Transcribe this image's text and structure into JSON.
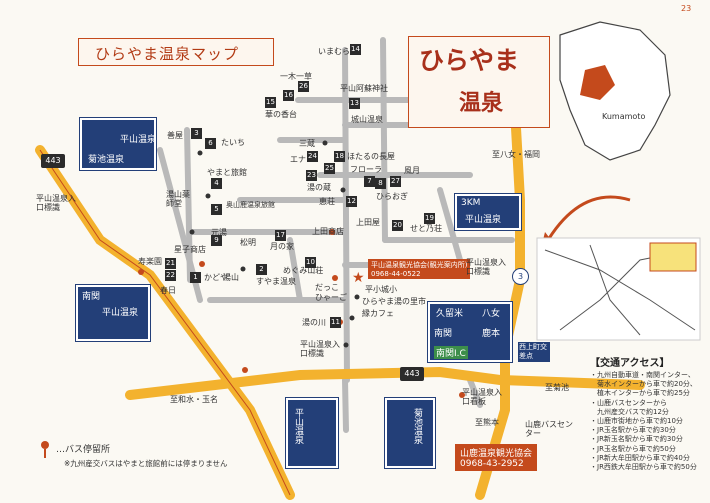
{
  "title": "ひらやま温泉マップ",
  "logo": {
    "top": "ひらやま",
    "bottom": "温泉"
  },
  "kumamoto_label": "Kumamoto",
  "page_edge": "23",
  "spots": [
    {
      "n": "1",
      "name": "かどや"
    },
    {
      "n": "2",
      "name": "すやま温泉"
    },
    {
      "n": "3",
      "name": "たいち"
    },
    {
      "n": "4",
      "name": "やまと旅館"
    },
    {
      "n": "5",
      "name": "奥山鹿温泉旅館"
    },
    {
      "n": "6",
      "name": "元湯"
    },
    {
      "n": "7",
      "name": "フローラ"
    },
    {
      "n": "8",
      "name": "ひらおぎ"
    },
    {
      "n": "9",
      "name": "松明"
    },
    {
      "n": "10",
      "name": "めぐみ山荘"
    },
    {
      "n": "11",
      "name": "湯の川"
    },
    {
      "n": "12",
      "name": "恵荘"
    },
    {
      "n": "13",
      "name": "城山温泉"
    },
    {
      "n": "14",
      "name": "いまむら"
    },
    {
      "n": "15",
      "name": "華の香台"
    },
    {
      "n": "16",
      "name": "平山阿蘇神社"
    },
    {
      "n": "17",
      "name": "月の家"
    },
    {
      "n": "18",
      "name": "ほたるの長屋"
    },
    {
      "n": "19",
      "name": "せと乃荘"
    },
    {
      "n": "20",
      "name": "上田屋"
    },
    {
      "n": "21",
      "name": "寿楽園"
    },
    {
      "n": "22",
      "name": "春日"
    },
    {
      "n": "23",
      "name": "湯の蔵"
    },
    {
      "n": "24",
      "name": "三蔵"
    },
    {
      "n": "25",
      "name": "エナ"
    },
    {
      "n": "26",
      "name": "一木一草"
    },
    {
      "n": "27",
      "name": "風月"
    }
  ],
  "places": {
    "zenya": "善屋",
    "yukake": "湯山薬師堂",
    "hoshiko": "星子商店",
    "yuyama": "湯山",
    "ueda": "上田商店",
    "dakko": "だっこ",
    "hyakko": "ひゃーご",
    "school": "平小城小",
    "center": "ひらやま湯の里市",
    "cafe": "縁カフェ",
    "kumiai": "平山温泉観光協会(観光案内所)",
    "kumiai_tel": "0968-44-0522",
    "hirayama_in1": "平山温泉入口標識",
    "hirayama_in2": "平山温泉入口標識",
    "hirayama_in3": "平山温泉入口標識",
    "hirayama_in4": "平山温泉入口看板",
    "nishikamimachi": "西上町交差点",
    "to_yatsu": "至八女・福岡",
    "to_kikuchi": "至菊池",
    "to_kumamoto": "至熊本",
    "to_wamizu": "至和水・玉名",
    "yamaga_bus": "山鹿バスセンター",
    "yamaga_kanko": "山鹿温泉観光協会",
    "yamaga_tel": "0968-43-2952"
  },
  "signs": {
    "s1": "平山温泉",
    "s1b": "菊池温泉",
    "s2": "平山温泉",
    "s2a": "南関",
    "s3": "平山温泉",
    "s3b": "3KM",
    "s4a": "久留米",
    "s4b": "八女",
    "s4c": "南関",
    "s4d": "鹿本",
    "s4e": "南関I.C",
    "s5": "平山温泉",
    "s6": "菊池温泉"
  },
  "routes": {
    "r443": "443",
    "r3": "3"
  },
  "legend": {
    "title": "…バス停留所",
    "note": "※九州産交バスはやまと旅館前には停まりません"
  },
  "access": {
    "title": "【交通アクセス】",
    "lines": [
      "・九州自動車道・南関インター、",
      "　菊水インターから車で約20分、",
      "　植木インターから車で約25分",
      "・山鹿バスセンターから",
      "　九州産交バスで約12分",
      "・山鹿市街地から車で約10分",
      "・JR玉名駅から車で約30分",
      "・JR新玉名駅から車で約30分",
      "・JR玉名駅から車で約50分",
      "・JR新大牟田駅から車で約40分",
      "・JR西鉄大牟田駅から車で約50分"
    ]
  },
  "colors": {
    "accent": "#c44a1c",
    "road": "#f3b22e",
    "sign": "#233f78"
  }
}
